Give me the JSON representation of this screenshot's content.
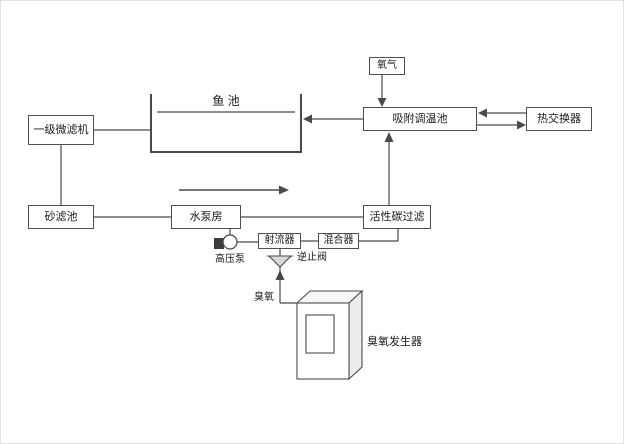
{
  "diagram": {
    "type": "process-flow",
    "colors": {
      "line": "#4a4a4a",
      "box_border": "#4f4f4f",
      "background": "#ffffff"
    },
    "nodes": {
      "micro_filter": {
        "label": "一级微滤机"
      },
      "fish_pond": {
        "label": "鱼 池"
      },
      "sand_filter": {
        "label": "砂滤池"
      },
      "pump_house": {
        "label": "水泵房"
      },
      "carbon_filter": {
        "label": "活性碳过滤"
      },
      "adsorption_pool": {
        "label": "吸附调温池"
      },
      "heat_exchanger": {
        "label": "热交换器"
      },
      "oxygen": {
        "label": "氧气"
      },
      "jet_ejector": {
        "label": "射流器"
      },
      "mixer": {
        "label": "混合器"
      },
      "high_pressure_pump": {
        "label": "高压泵"
      },
      "check_valve": {
        "label": "逆止阀"
      },
      "ozone": {
        "label": "臭氧"
      },
      "ozone_generator": {
        "label": "臭氧发生器"
      }
    },
    "icons": [
      "fish-pond-tank-icon",
      "water-line-icon",
      "flow-arrow-icon",
      "pump-icon",
      "check-valve-icon",
      "ozone-generator-icon"
    ]
  }
}
